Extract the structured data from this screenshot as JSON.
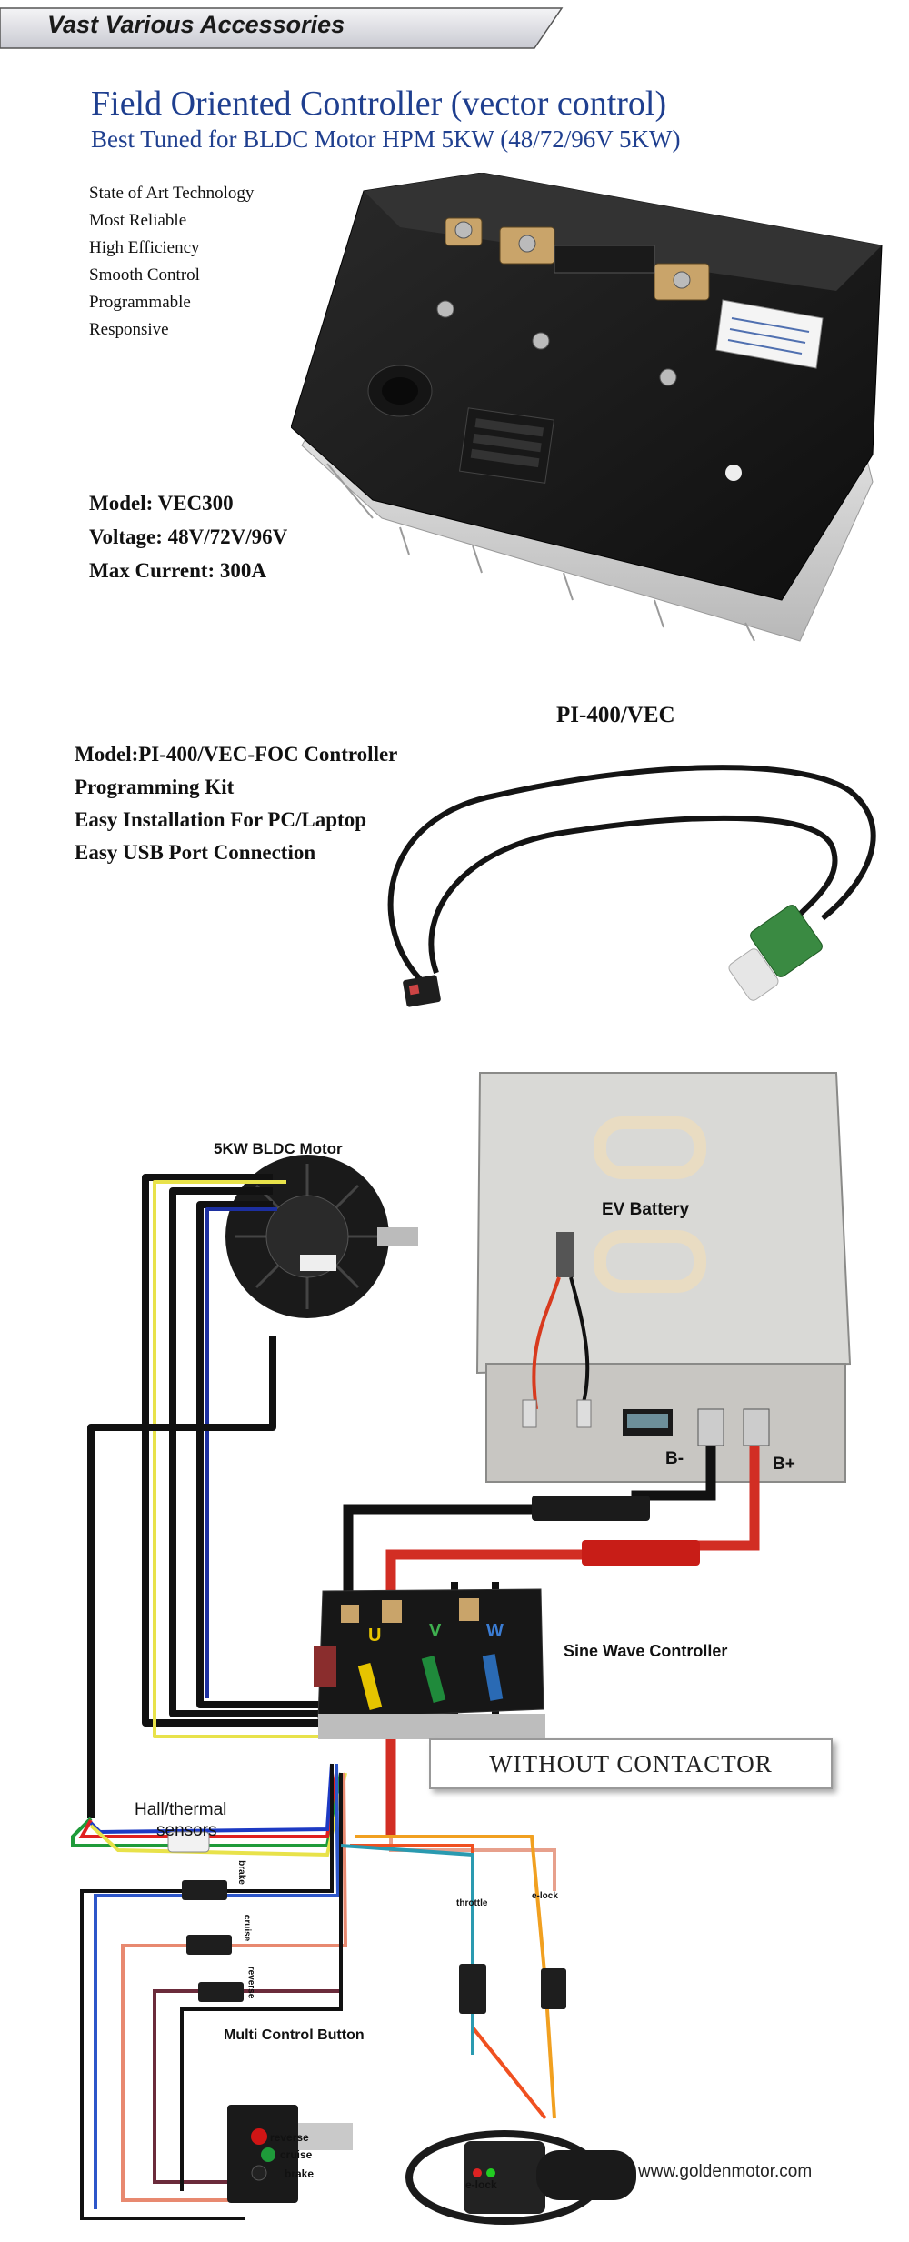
{
  "banner": {
    "title": "Vast Various Accessories"
  },
  "header": {
    "title": "Field Oriented Controller (vector control)",
    "subtitle": "Best Tuned for BLDC Motor HPM 5KW  (48/72/96V 5KW)"
  },
  "features": [
    "State of Art Technology",
    "Most Reliable",
    "High Efficiency",
    "Smooth Control",
    "Programmable",
    "Responsive"
  ],
  "specs": [
    "Model: VEC300",
    "Voltage: 48V/72V/96V",
    "Max Current: 300A"
  ],
  "kit": {
    "label": "PI-400/VEC",
    "lines": [
      "Model:PI-400/VEC-FOC Controller",
      "Programming Kit",
      "Easy Installation For PC/Laptop",
      "Easy USB Port Connection"
    ]
  },
  "diagram": {
    "motor_label": "5KW BLDC Motor",
    "battery_label": "EV  Battery",
    "b_minus": "B-",
    "b_plus": "B+",
    "controller_label": "Sine Wave Controller",
    "terminal_u": "U",
    "terminal_v": "V",
    "terminal_w": "W",
    "contactor_label": "WITHOUT CONTACTOR",
    "hall_label_1": "Hall/thermal",
    "hall_label_2": "sensors",
    "brake_conn": "brake",
    "cruise_conn": "cruise",
    "reverse_conn": "reverse",
    "throttle_conn": "throttle",
    "elock_conn": "e-lock",
    "multi_button_label": "Multi Control Button",
    "btn_reverse": "reverse",
    "btn_cruise": "cruise",
    "btn_brake": "brake",
    "throttle_elock": "e-lock",
    "website": "www.goldenmotor.com"
  }
}
